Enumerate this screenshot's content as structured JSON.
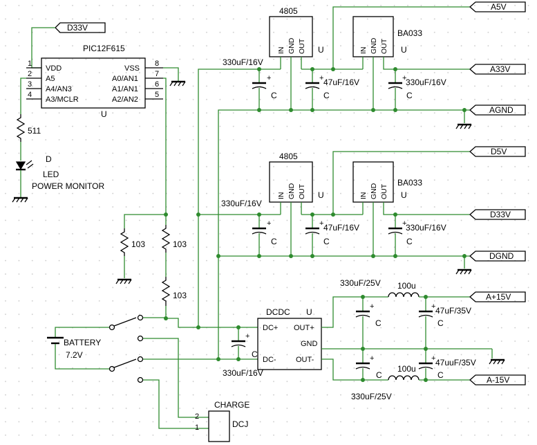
{
  "colors": {
    "wire": "#2e8b2e",
    "component": "#000000",
    "grid_dot": "#c8c8c8",
    "background": "#ffffff"
  },
  "icons": [
    "ground-symbol",
    "resistor",
    "capacitor",
    "inductor",
    "led",
    "battery",
    "switch",
    "net-flag"
  ],
  "nets": {
    "d33v_top": "D33V",
    "a5v": "A5V",
    "a33v": "A33V",
    "agnd": "AGND",
    "d5v": "D5V",
    "d33v": "D33V",
    "dgnd": "DGND",
    "ap15v": "A+15V",
    "am15v": "A-15V"
  },
  "mcu": {
    "name": "PIC12F615",
    "ref": "U",
    "pins_left": [
      {
        "num": "1",
        "name": "VDD"
      },
      {
        "num": "2",
        "name": "A5"
      },
      {
        "num": "3",
        "name": "A4/AN3"
      },
      {
        "num": "4",
        "name": "A3/MCLR"
      }
    ],
    "pins_right": [
      {
        "num": "8",
        "name": "VSS"
      },
      {
        "num": "7",
        "name": "A0/AN1"
      },
      {
        "num": "6",
        "name": "A1/AN1"
      },
      {
        "num": "5",
        "name": "A2/AN2"
      }
    ]
  },
  "led_section": {
    "resistor": "511",
    "led_ref": "D",
    "led_name": "LED",
    "label": "POWER MONITOR"
  },
  "divider": {
    "r1": "103",
    "r2": "103",
    "r3": "103"
  },
  "battery": {
    "name": "BATTERY",
    "voltage": "7.2V"
  },
  "charge": {
    "title": "CHARGE",
    "name": "DCJ",
    "pin2": "2",
    "pin1": "1"
  },
  "reg_top": {
    "reg1": "4805",
    "reg2": "BA033",
    "pin_in": "IN",
    "pin_gnd": "GND",
    "pin_out": "OUT",
    "u1": "U",
    "u2": "U",
    "cap1": "330uF/16V",
    "cap2": "47uF/16V",
    "cap3": "330uF/16V",
    "c": "C"
  },
  "reg_bottom": {
    "reg1": "4805",
    "reg2": "BA033",
    "pin_in": "IN",
    "pin_gnd": "GND",
    "pin_out": "OUT",
    "u1": "U",
    "u2": "U",
    "cap1": "330uF/16V",
    "cap2": "47uF/16V",
    "cap3": "330uF/16V",
    "c": "C"
  },
  "dcdc": {
    "name": "DCDC",
    "ref": "U",
    "dcp": "DC+",
    "dcm": "DC-",
    "outp": "OUT+",
    "gnd": "GND",
    "outm": "OUT-",
    "in_cap": "330uF/16V",
    "in_cap_ref": "C",
    "cap_top": "330uF/25V",
    "ind_top": "100u",
    "cap_top_r": "47uF/35V",
    "cap_bot": "330uF/25V",
    "ind_bot": "100u",
    "cap_bot_r": "47uuF/35V",
    "c": "C"
  },
  "plus": "+"
}
